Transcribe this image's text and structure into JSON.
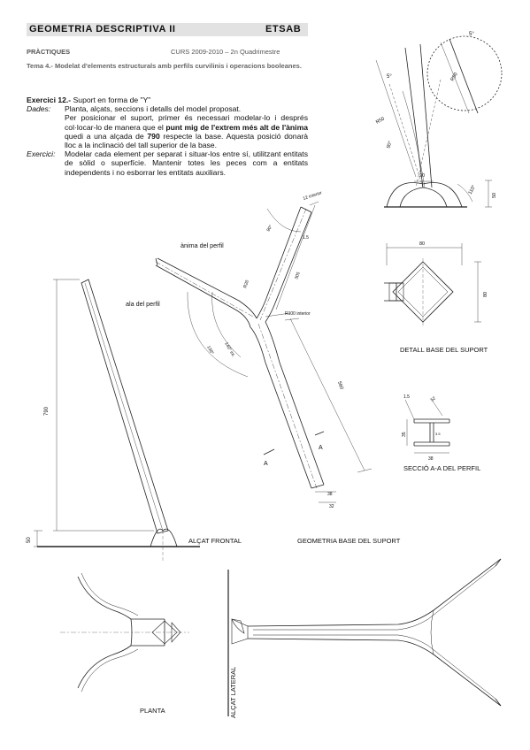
{
  "header": {
    "title": "GEOMETRIA DESCRIPTIVA II",
    "school": "ETSAB"
  },
  "subheader": {
    "left": "PRÀCTIQUES",
    "right": "CURS 2009-2010 – 2n Quadrimestre"
  },
  "tema": "Tema 4.- Modelat d'elements estructurals amb perfils curvilinis i operacions booleanes.",
  "exercise": {
    "title": "Exercici 12.-",
    "subtitle": "Suport en forma de \"Y\"",
    "dades_label": "Dades:",
    "dades_1": "Planta, alçats, seccions i detalls del model proposat.",
    "dades_2a": "Per posicionar el suport, primer és necessari modelar-lo i després col·locar-lo de manera que el ",
    "dades_2b": "punt mig de l'extrem més alt de l'ànima",
    "dades_2c": " quedi a una alçada de ",
    "dades_2d": "790",
    "dades_2e": " respecte la base. Aquesta posició donarà lloc a la inclinació del tall superior de la base.",
    "exercici_label": "Exercici:",
    "exercici_text": "Modelar cada element per separat i situar-los entre sí, utilitzant entitats de sòlid o superfície. Mantenir totes les peces com a entitats independents i no esborrar les entitats auxiliars."
  },
  "drawing": {
    "labels": {
      "anima": "ànima del perfil",
      "ala": "ala del perfil",
      "alcat_frontal": "ALÇAT FRONTAL",
      "geometria_base": "GEOMETRIA BASE DEL SUPORT",
      "detall_base": "DETALL BASE DEL SUPORT",
      "seccio": "SECCIÓ A-A DEL PERFIL",
      "planta": "PLANTA",
      "alcat_lateral": "ALÇAT LATERAL"
    },
    "dims": {
      "d790": "790",
      "d50_left": "50",
      "d12_interior": "12 interior",
      "d1_5": "1.5",
      "d90_angle": "90°",
      "r20": "R20",
      "d305": "305",
      "r100_interior": "R100 interior",
      "a140": "140° int.",
      "a138": "138°",
      "d560": "560",
      "d38": "38",
      "d32": "32",
      "section_a": "A",
      "d5_top": "5°",
      "d5_left": "5°",
      "r50_a": "R50",
      "r50_b": "R50",
      "d90_detail": "90°",
      "d20": "20",
      "d110": "110°",
      "d50_detail": "50",
      "d80_w": "80",
      "d80_h": "80",
      "s1_5": "1.5",
      "s52": "52",
      "s35": "35",
      "s3_5": "3.5",
      "s38": "38"
    }
  }
}
